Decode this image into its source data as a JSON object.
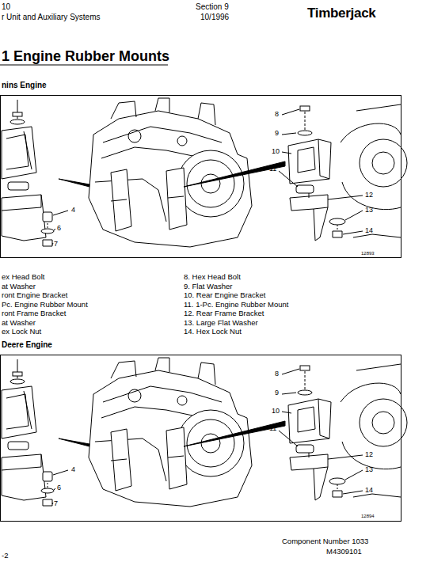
{
  "diagram": {
    "title": "1 Engine Rubber Mounts",
    "labels": [
      "10",
      "r Unit and Auxiliary Systems",
      "Section 9",
      "10/1996",
      "Timberjack",
      "nins Engine",
      "4",
      "6",
      "7",
      "8",
      "9",
      "10",
      "11",
      "12",
      "13",
      "14",
      "12893",
      "ex Head Bolt",
      "at Washer",
      "ront Engine Bracket",
      "Pc. Engine Rubber Mount",
      "ront Frame Bracket",
      "at Washer",
      "ex Lock Nut",
      "8. Hex Head Bolt",
      "9. Flat Washer",
      "10. Rear Engine Bracket",
      "11. 1-Pc. Engine Rubber Mount",
      "12. Rear Frame Bracket",
      "13. Large Flat Washer",
      "14. Hex Lock Nut",
      "Deere Engine",
      "4",
      "6",
      "7",
      "8",
      "9",
      "10",
      "11",
      "12",
      "13",
      "14",
      "12894",
      "-2",
      "Component Number 1033",
      "M4309101"
    ]
  }
}
